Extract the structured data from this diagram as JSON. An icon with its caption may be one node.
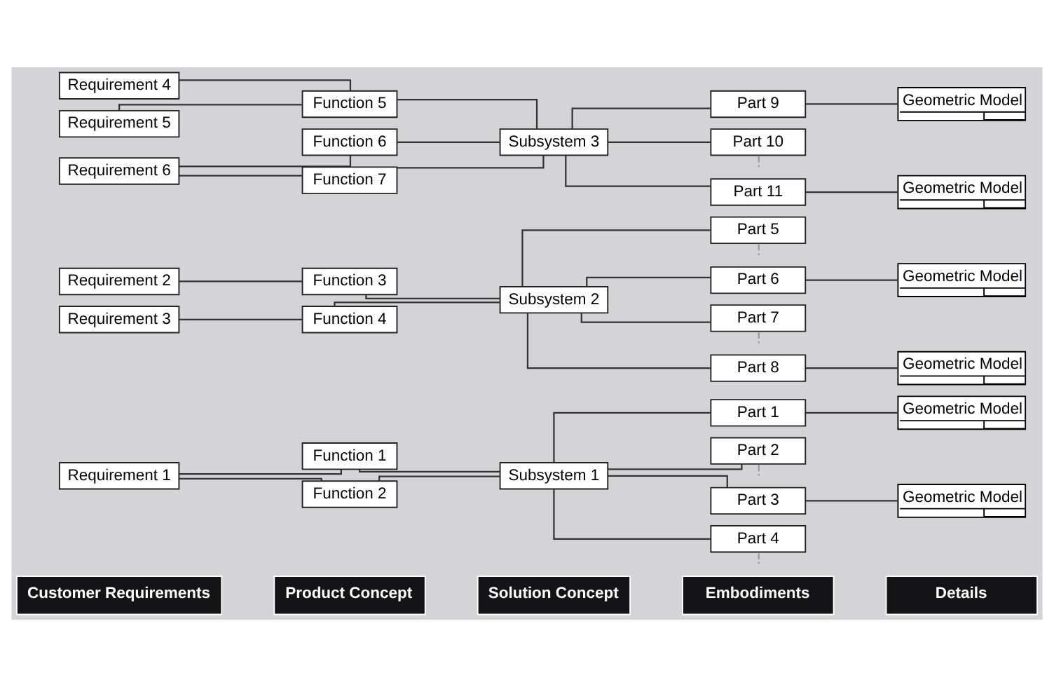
{
  "diagram": {
    "nodes": [
      {
        "text": [
          "Customer Requirements"
        ]
      },
      {
        "text": [
          "Product Concept"
        ]
      },
      {
        "text": [
          "Solution Concept"
        ]
      },
      {
        "text": [
          "Embodiments"
        ]
      },
      {
        "text": [
          "Details"
        ]
      },
      {
        "text": [
          "Requirement 1"
        ]
      },
      {
        "text": [
          "Requirement 2"
        ]
      },
      {
        "text": [
          "Requirement 3"
        ]
      },
      {
        "text": [
          "Requirement 4"
        ]
      },
      {
        "text": [
          "Requirement 5"
        ]
      },
      {
        "text": [
          "Requirement 6"
        ]
      },
      {
        "text": [
          "Function 1"
        ]
      },
      {
        "text": [
          "Function 2"
        ]
      },
      {
        "text": [
          "Function 3"
        ]
      },
      {
        "text": [
          "Function 4"
        ]
      },
      {
        "text": [
          "Function 5"
        ]
      },
      {
        "text": [
          "Function 6"
        ]
      },
      {
        "text": [
          "Function 7"
        ]
      },
      {
        "text": [
          "Subsystem 1"
        ]
      },
      {
        "text": [
          "Subsystem 2"
        ]
      },
      {
        "text": [
          "Subsystem 3"
        ]
      },
      {
        "text": [
          "Part 1"
        ]
      },
      {
        "text": [
          "Part 2"
        ]
      },
      {
        "text": [
          "Part 3"
        ]
      },
      {
        "text": [
          "Part 4"
        ]
      },
      {
        "text": [
          "Part 5"
        ]
      },
      {
        "text": [
          "Part 6"
        ]
      },
      {
        "text": [
          "Part 7"
        ]
      },
      {
        "text": [
          "Part 8"
        ]
      },
      {
        "text": [
          "Part 9"
        ]
      },
      {
        "text": [
          "Part 10"
        ]
      },
      {
        "text": [
          "Part 11"
        ]
      },
      {
        "text": [
          "Geometric Model"
        ]
      },
      {
        "text": [
          "Geometric Model"
        ]
      },
      {
        "text": [
          "Geometric Model"
        ]
      },
      {
        "text": [
          "Geometric Model"
        ]
      },
      {
        "text": [
          "Geometric Model"
        ]
      },
      {
        "text": [
          "Geometric Model"
        ]
      }
    ],
    "edges": [
      {
        "from": 5,
        "to": 11,
        "arrow": "none"
      },
      {
        "from": 5,
        "to": 12,
        "arrow": "none"
      },
      {
        "from": 11,
        "to": 18,
        "arrow": "none"
      },
      {
        "from": 12,
        "to": 18,
        "arrow": "none"
      },
      {
        "from": 18,
        "to": 21,
        "arrow": "none"
      },
      {
        "from": 18,
        "to": 22,
        "arrow": "none"
      },
      {
        "from": 18,
        "to": 23,
        "arrow": "none"
      },
      {
        "from": 18,
        "to": 24,
        "arrow": "none"
      },
      {
        "from": 6,
        "to": 13,
        "arrow": "none"
      },
      {
        "from": 7,
        "to": 14,
        "arrow": "none"
      },
      {
        "from": 13,
        "to": 19,
        "arrow": "none"
      },
      {
        "from": 14,
        "to": 19,
        "arrow": "none"
      },
      {
        "from": 19,
        "to": 25,
        "arrow": "none"
      },
      {
        "from": 19,
        "to": 26,
        "arrow": "none"
      },
      {
        "from": 19,
        "to": 27,
        "arrow": "none"
      },
      {
        "from": 19,
        "to": 28,
        "arrow": "none"
      },
      {
        "from": 8,
        "to": 15,
        "arrow": "none"
      },
      {
        "from": 9,
        "to": 15,
        "arrow": "none"
      },
      {
        "from": 10,
        "to": 16,
        "arrow": "none"
      },
      {
        "from": 10,
        "to": 17,
        "arrow": "none"
      },
      {
        "from": 15,
        "to": 20,
        "arrow": "none"
      },
      {
        "from": 16,
        "to": 20,
        "arrow": "none"
      },
      {
        "from": 17,
        "to": 20,
        "arrow": "none"
      },
      {
        "from": 20,
        "to": 29,
        "arrow": "none"
      },
      {
        "from": 20,
        "to": 30,
        "arrow": "none"
      },
      {
        "from": 20,
        "to": 31,
        "arrow": "none"
      },
      {
        "from": 21,
        "to": 32,
        "arrow": "none"
      },
      {
        "from": 23,
        "to": 33,
        "arrow": "none"
      },
      {
        "from": 26,
        "to": 34,
        "arrow": "none"
      },
      {
        "from": 28,
        "to": 35,
        "arrow": "none"
      },
      {
        "from": 29,
        "to": 36,
        "arrow": "none"
      },
      {
        "from": 31,
        "to": 37,
        "arrow": "none"
      },
      {
        "from": 22,
        "to": null,
        "arrow": "none",
        "style": "dashed",
        "color": "#9a9a9a"
      },
      {
        "from": 24,
        "to": null,
        "arrow": "none",
        "style": "dashed",
        "color": "#9a9a9a"
      },
      {
        "from": 25,
        "to": null,
        "arrow": "none",
        "style": "dashed",
        "color": "#9a9a9a"
      },
      {
        "from": 27,
        "to": null,
        "arrow": "none",
        "style": "dashed",
        "color": "#9a9a9a"
      },
      {
        "from": 30,
        "to": null,
        "arrow": "none",
        "style": "dashed",
        "color": "#9a9a9a"
      }
    ]
  }
}
